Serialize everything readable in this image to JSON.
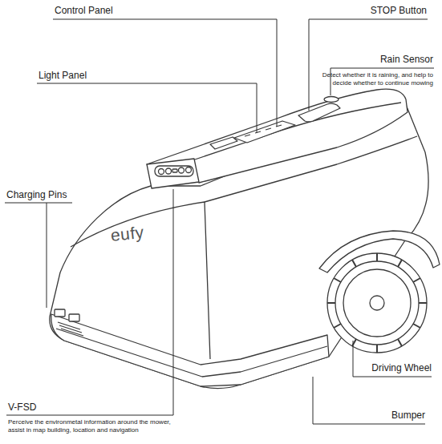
{
  "diagram": {
    "labels": [
      "Control Panel",
      "STOP Button",
      "Rain Sensor",
      "Detect whether it is raining, and help to decide whether to continue mowing",
      "Light Panel",
      "eufy",
      "Charging Pins",
      "Driving Wheel",
      "Bumper",
      "V-FSD",
      "Perceive the environmetal information around the mower, assist in map building, location and navigation"
    ]
  }
}
